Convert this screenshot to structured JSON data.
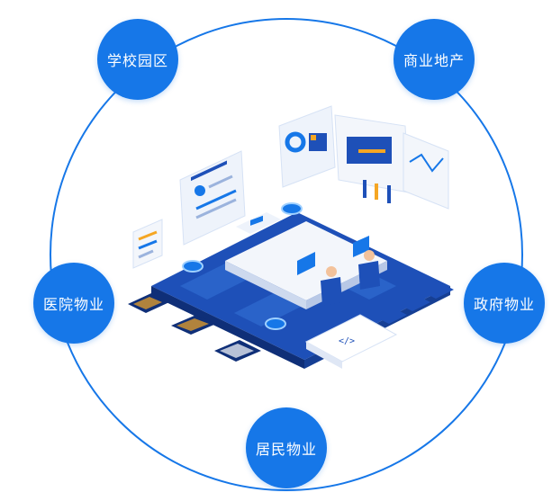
{
  "diagram": {
    "nodes": [
      {
        "id": "campus",
        "label": "学校园区"
      },
      {
        "id": "commercial",
        "label": "商业地产"
      },
      {
        "id": "hospital",
        "label": "医院物业"
      },
      {
        "id": "government",
        "label": "政府物业"
      },
      {
        "id": "residential",
        "label": "居民物业"
      }
    ],
    "colors": {
      "ring": "#1677e8",
      "node": "#1677e8",
      "platform": "#1e50b8",
      "platform_dark": "#0f2f78",
      "accent": "#f5a623",
      "screen": "#f3f6fb"
    }
  }
}
